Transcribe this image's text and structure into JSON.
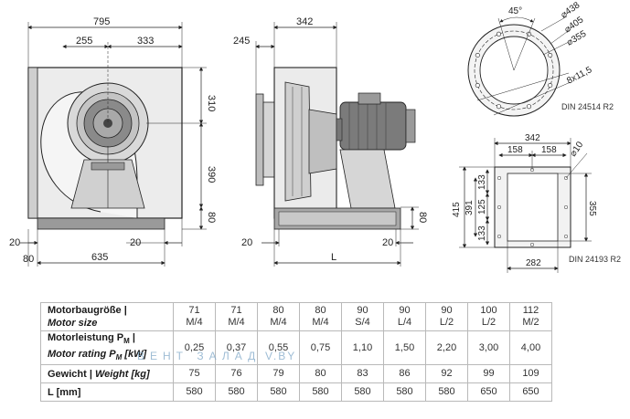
{
  "front_view": {
    "dim_width": "795",
    "dim_left": "255",
    "dim_right": "333",
    "dim_upper": "310",
    "dim_middle": "390",
    "dim_base": "80",
    "dim_foot_left": "20",
    "dim_foot_right": "20",
    "dim_edge": "80",
    "dim_bottom": "635"
  },
  "side_view": {
    "dim_width": "342",
    "dim_flange": "245",
    "dim_base": "80",
    "dim_foot_left": "20",
    "dim_foot_right": "20",
    "dim_length": "L"
  },
  "round_flange": {
    "angle": "45°",
    "d_outer": "⌀438",
    "d_bolt": "⌀405",
    "d_inner": "⌀355",
    "holes": "8x11,5",
    "standard": "DIN 24514 R2"
  },
  "rect_flange": {
    "width_top": "342",
    "half_left": "158",
    "half_right": "158",
    "hole": "⌀10",
    "height_outer": "415",
    "height_holes": "391",
    "seg_top": "133",
    "seg_mid": "125",
    "seg_bottom": "133",
    "height_inner": "355",
    "width_bottom": "282",
    "standard": "DIN 24193 R2"
  },
  "table": {
    "rows": [
      {
        "label_de": "Motorbaugröße |",
        "label_en": "Motor size",
        "values": [
          "71\nM/4",
          "71\nM/4",
          "80\nM/4",
          "80\nM/4",
          "90\nS/4",
          "90\nL/4",
          "90\nL/2",
          "100\nL/2",
          "112\nM/2"
        ]
      },
      {
        "label_de": "Motorleistung P_M |",
        "label_en": "Motor rating P_M [kW]",
        "values": [
          "0,25",
          "0,37",
          "0,55",
          "0,75",
          "1,10",
          "1,50",
          "2,20",
          "3,00",
          "4,00"
        ]
      },
      {
        "label_de": "Gewicht |",
        "label_en": "Weight [kg]",
        "values": [
          "75",
          "76",
          "79",
          "80",
          "83",
          "86",
          "92",
          "99",
          "109"
        ]
      },
      {
        "label_de": "L [mm]",
        "label_en": "",
        "values": [
          "580",
          "580",
          "580",
          "580",
          "580",
          "580",
          "580",
          "650",
          "650"
        ]
      }
    ]
  },
  "watermark": {
    "text_a": "ВЕНТ ЗАЛАД",
    "text_b": "V.BY"
  },
  "colors": {
    "line": "#222222",
    "fill_light": "#e4e4e4",
    "fill_mid": "#bdbdbd",
    "fill_dark": "#6e6e6e",
    "table_border": "#b9b9b9"
  }
}
